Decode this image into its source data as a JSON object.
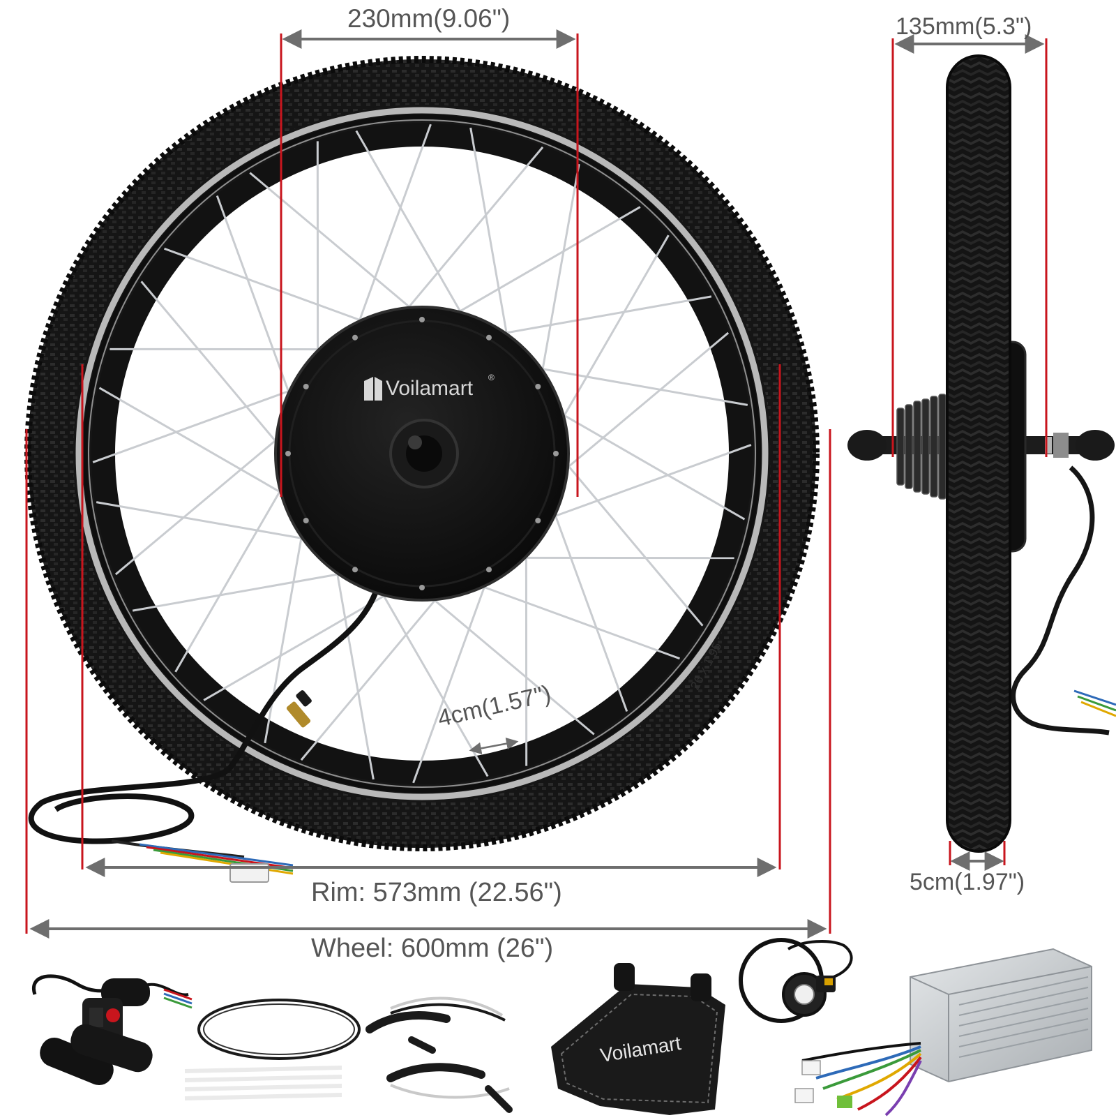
{
  "dimensions": {
    "hub_diameter": "230mm(9.06\")",
    "axle_width": "135mm(5.3\")",
    "tire_width": "5cm(1.97\")",
    "rim": "Rim: 573mm (22.56\")",
    "wheel": "Wheel: 600mm (26\")",
    "rim_width": "4cm(1.57\")"
  },
  "brand": {
    "name": "Voilamart",
    "registered_mark": "®"
  },
  "colors": {
    "measure_line": "#c8151d",
    "arrow": "#6e6e6e",
    "tire": "#141414",
    "rim_silver": "#b9b9b9",
    "hub": "#0d0d0d",
    "spoke": "#c9ccd0",
    "controller": "#c6cacd"
  },
  "accessories": [
    "thumb-throttle-with-grips",
    "cable-and-zip-ties",
    "brake-levers",
    "frame-bag",
    "pas-sensor",
    "motor-controller"
  ]
}
